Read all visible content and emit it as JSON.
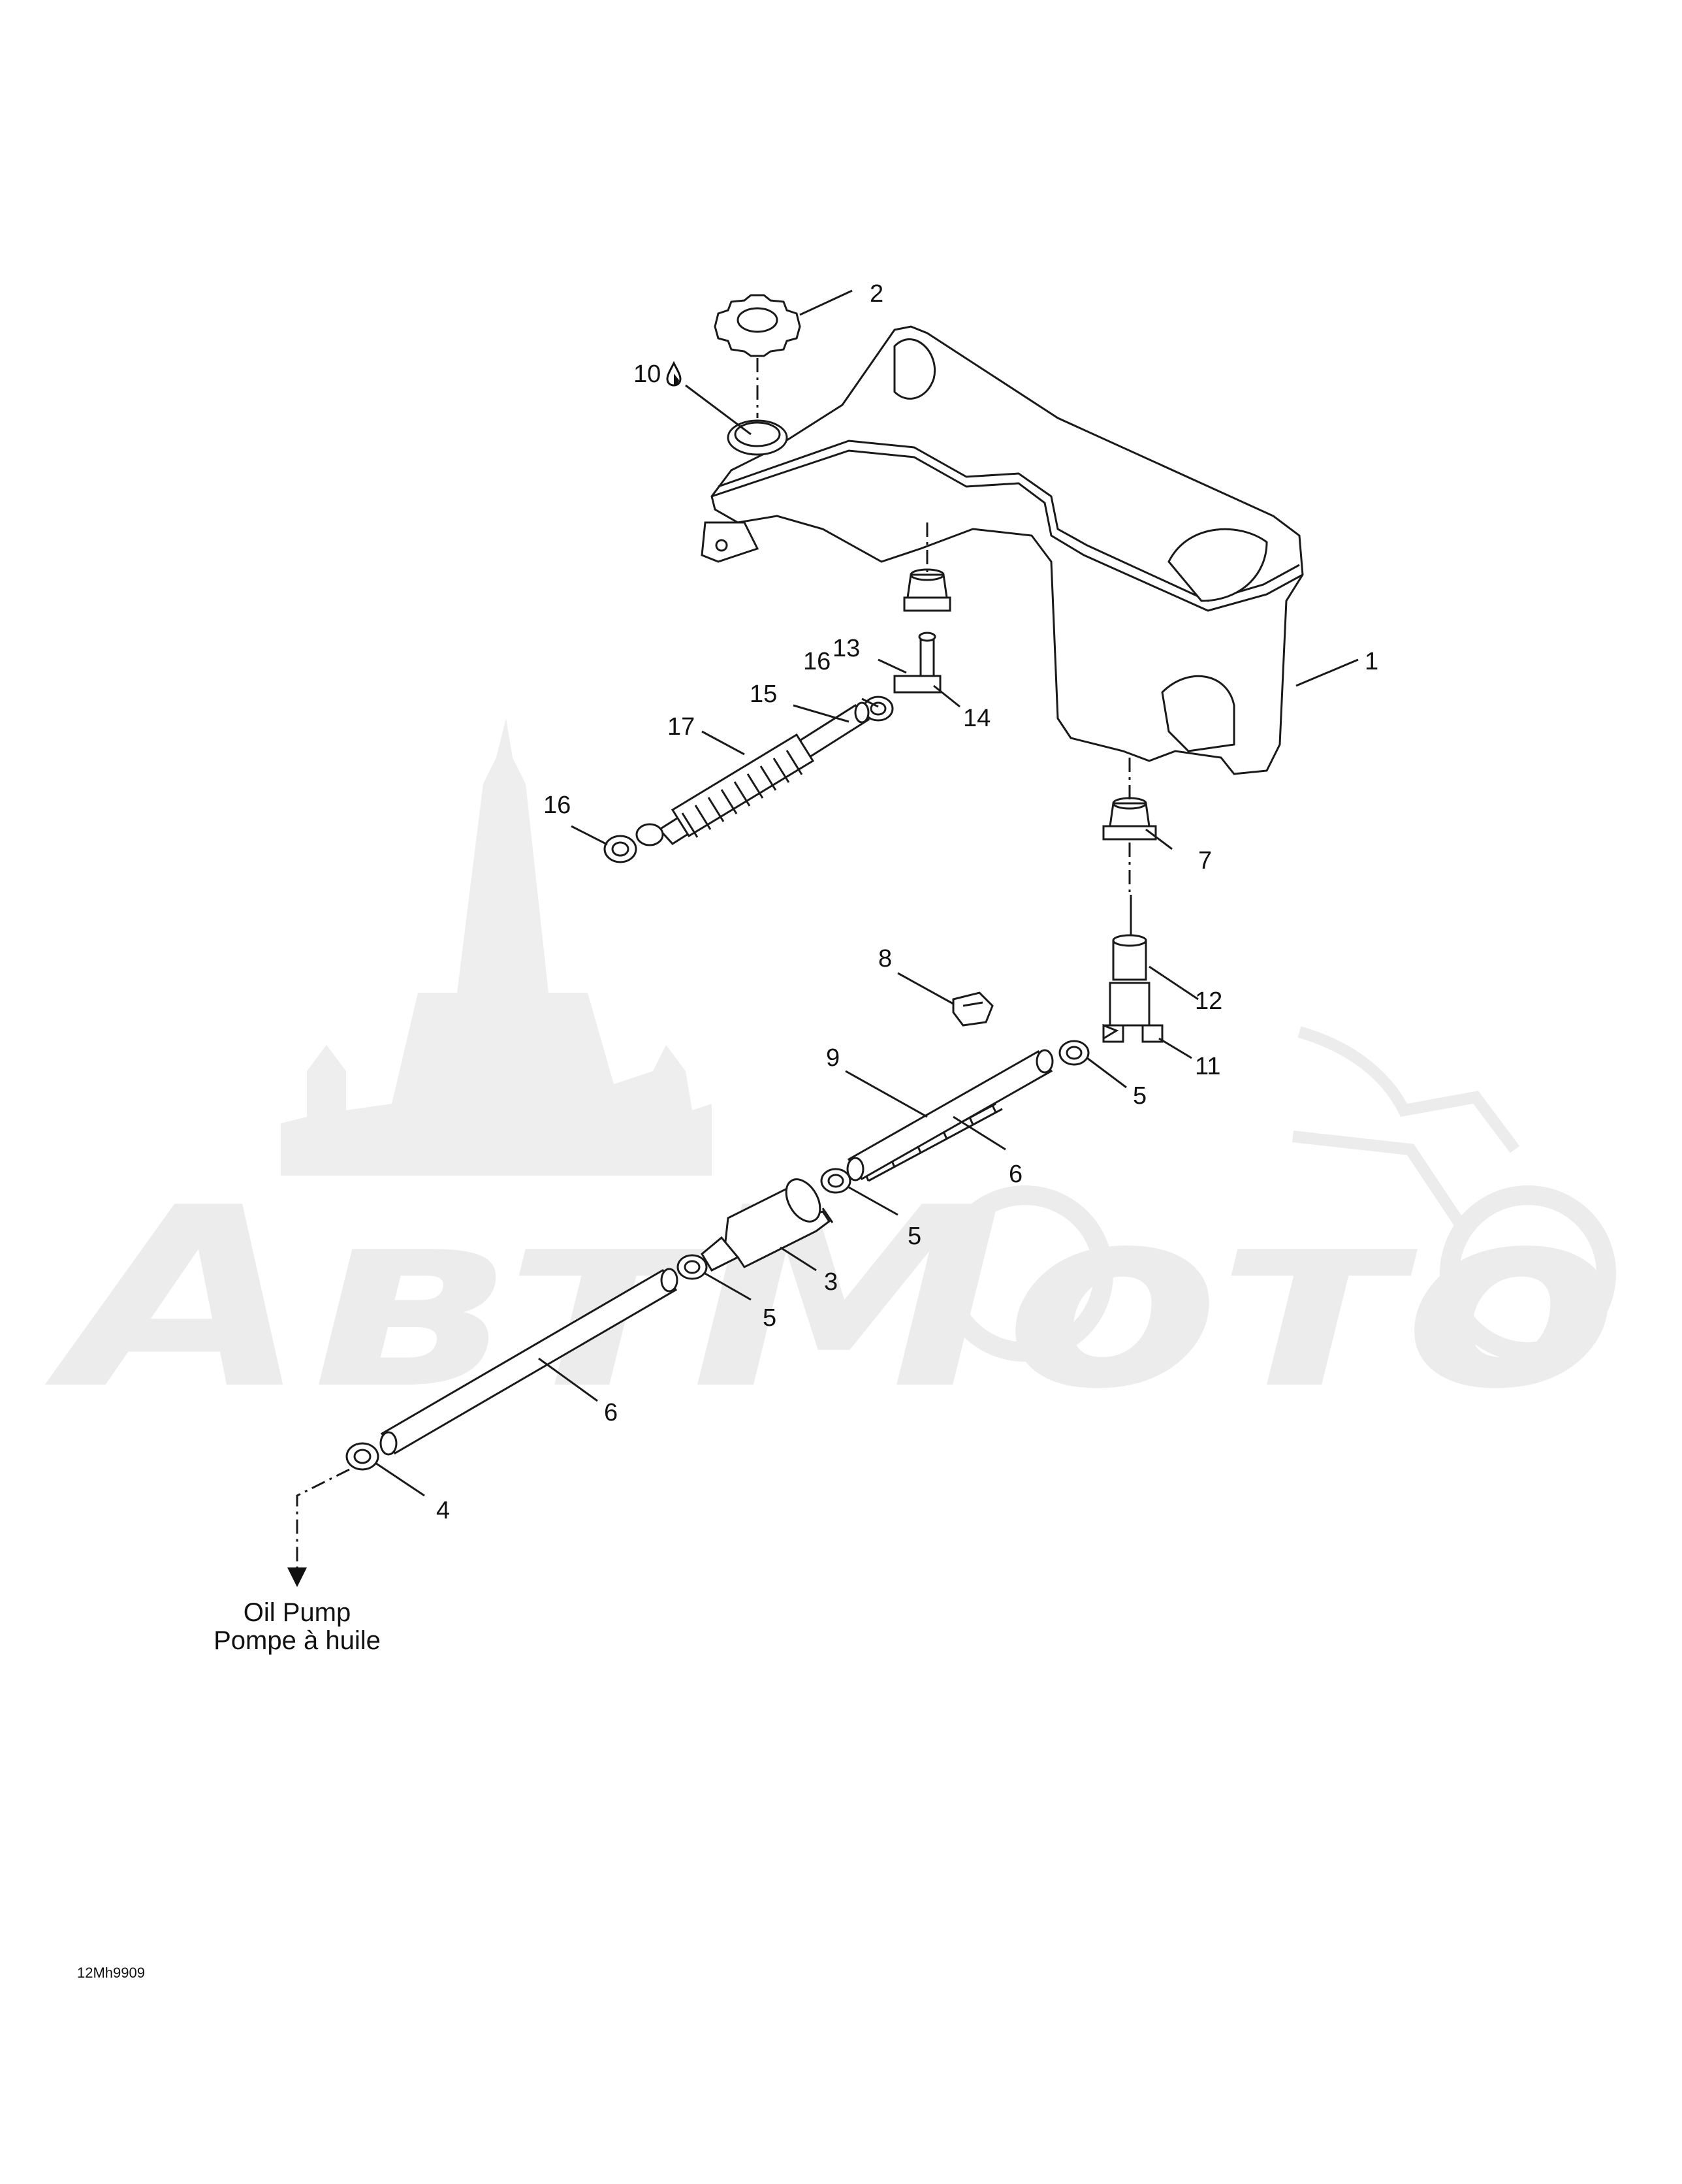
{
  "callouts": [
    {
      "id": "c1",
      "label": "1"
    },
    {
      "id": "c2",
      "label": "2"
    },
    {
      "id": "c3",
      "label": "3"
    },
    {
      "id": "c4",
      "label": "4"
    },
    {
      "id": "c5a",
      "label": "5"
    },
    {
      "id": "c5b",
      "label": "5"
    },
    {
      "id": "c5c",
      "label": "5"
    },
    {
      "id": "c6a",
      "label": "6"
    },
    {
      "id": "c6b",
      "label": "6"
    },
    {
      "id": "c7",
      "label": "7"
    },
    {
      "id": "c8",
      "label": "8"
    },
    {
      "id": "c9",
      "label": "9"
    },
    {
      "id": "c10",
      "label": "10"
    },
    {
      "id": "c11",
      "label": "11"
    },
    {
      "id": "c12",
      "label": "12"
    },
    {
      "id": "c13",
      "label": "13"
    },
    {
      "id": "c14",
      "label": "14"
    },
    {
      "id": "c15",
      "label": "15"
    },
    {
      "id": "c16a",
      "label": "16"
    },
    {
      "id": "c16b",
      "label": "16"
    },
    {
      "id": "c17",
      "label": "17"
    }
  ],
  "destination": {
    "line1": "Oil Pump",
    "line2": "Pompe à huile"
  },
  "drawing_code": "12Mh9909",
  "watermark": {
    "text": "АвтМото",
    "color": "#ececec"
  },
  "icons": {
    "lubricant": "oil-drop-icon",
    "arrow": "arrow-down-icon"
  }
}
